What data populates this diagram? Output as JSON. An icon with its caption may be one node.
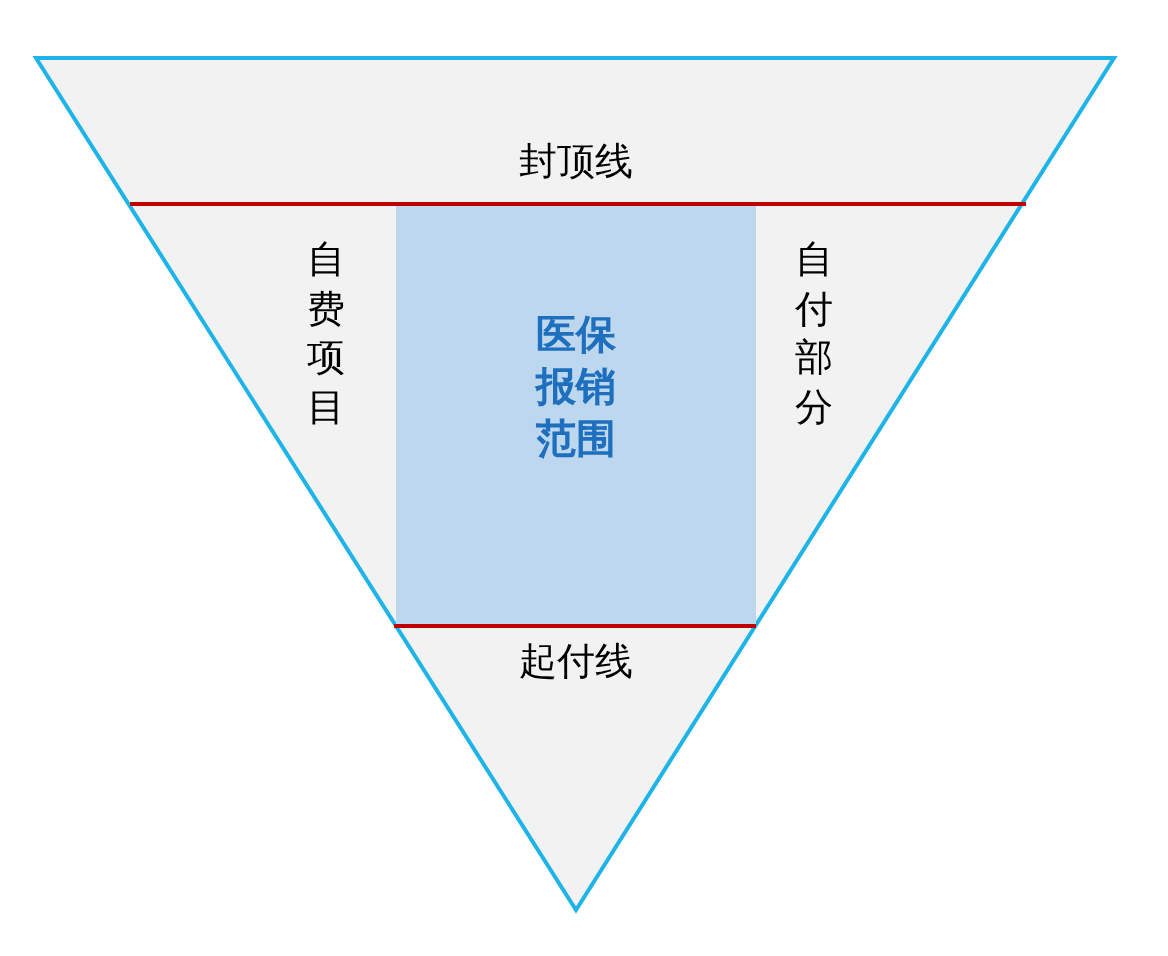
{
  "diagram": {
    "nodes": [
      {
        "text": [
          "封顶线",
          "自费项目",
          "自付部分",
          "起付线"
        ]
      },
      {
        "text": [
          "医保报销范围"
        ],
        "in": 0
      }
    ]
  }
}
